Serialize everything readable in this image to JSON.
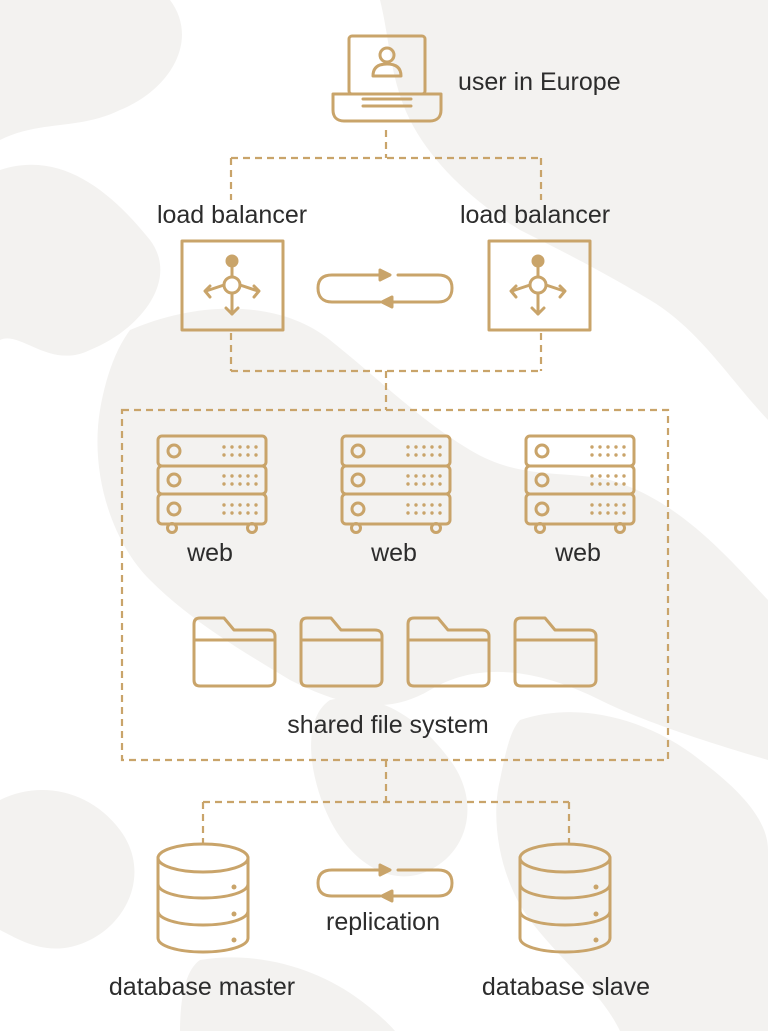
{
  "colors": {
    "accent": "#c9a46a",
    "text": "#2c2c2c",
    "map_background": "#f3f2f0",
    "background": "#ffffff"
  },
  "user": {
    "label": "user in Europe",
    "icon": "laptop-user-icon"
  },
  "load_balancers": [
    {
      "label": "load balancer",
      "icon": "load-balancer-icon"
    },
    {
      "label": "load balancer",
      "icon": "load-balancer-icon"
    }
  ],
  "web_servers": [
    {
      "label": "web",
      "icon": "server-rack-icon"
    },
    {
      "label": "web",
      "icon": "server-rack-icon"
    },
    {
      "label": "web",
      "icon": "server-rack-icon"
    }
  ],
  "shared_fs": {
    "label": "shared file system",
    "icon": "folder-icon",
    "folder_count": 4
  },
  "databases": {
    "master": {
      "label": "database master",
      "icon": "database-icon"
    },
    "slave": {
      "label": "database slave",
      "icon": "database-icon"
    },
    "replication_label": "replication",
    "replication_icon": "sync-arrows-icon"
  }
}
